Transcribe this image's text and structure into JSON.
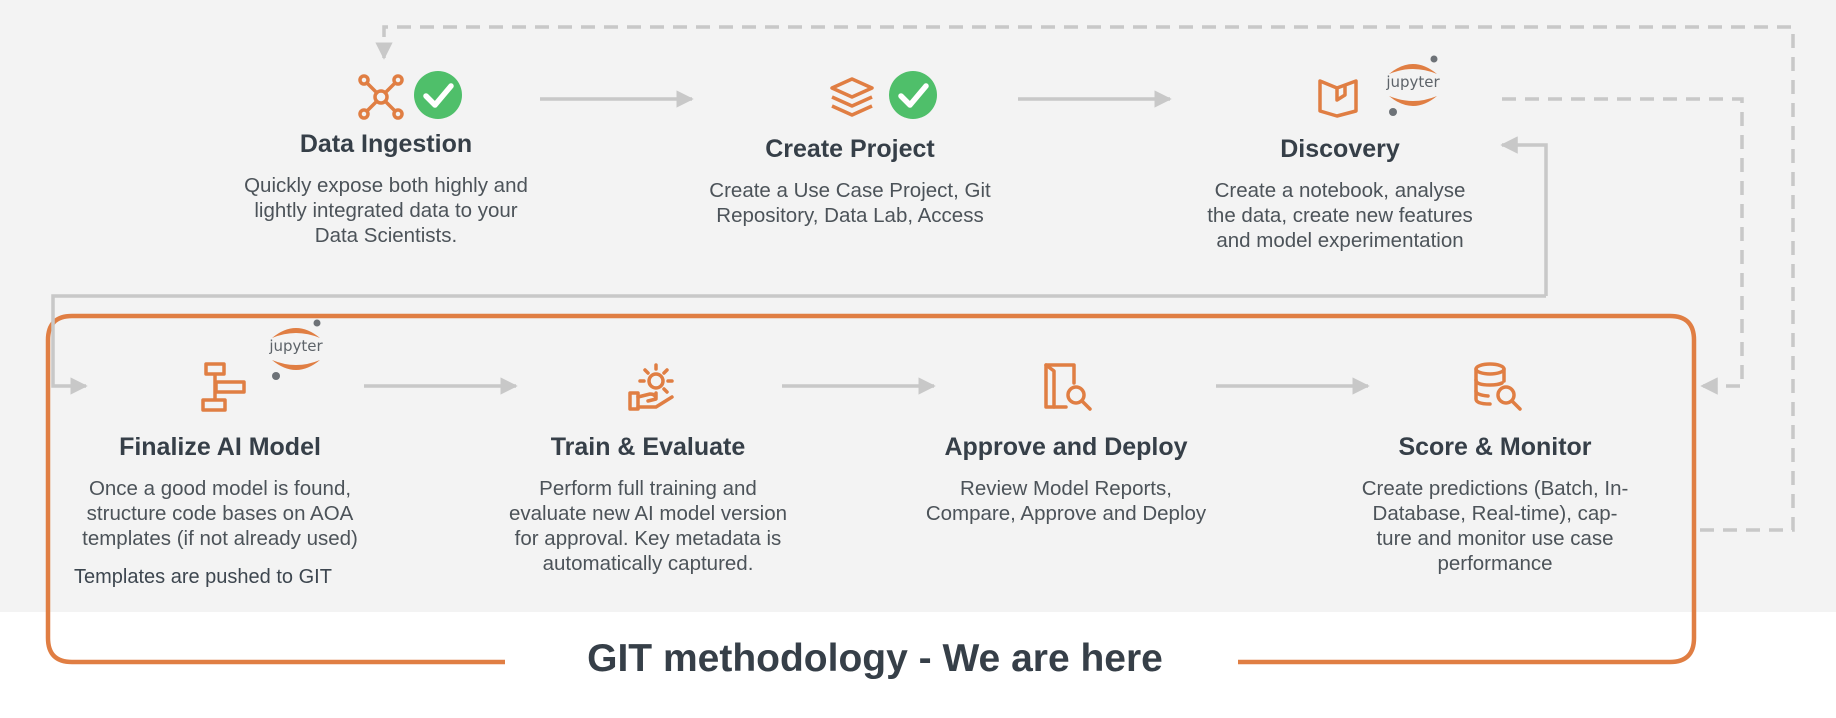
{
  "steps": [
    {
      "title": "Data Ingestion",
      "desc": [
        "Quickly expose both highly and",
        "lightly integrated data to your",
        "Data Scientists."
      ],
      "icon": "network-hub-icon",
      "status": "check-icon"
    },
    {
      "title": "Create Project",
      "desc": [
        "Create a Use Case Project, Git",
        "Repository, Data Lab, Access"
      ],
      "icon": "stacked-layers-icon",
      "status": "check-icon"
    },
    {
      "title": "Discovery",
      "desc": [
        "Create a notebook, analyse",
        "the data, create new features",
        "and model experimentation"
      ],
      "icon": "notebook-icon",
      "badge_text": "jupyter"
    },
    {
      "title": "Finalize AI Model",
      "desc": [
        "Once a good model is found,",
        "structure code bases on AOA",
        "templates (if not already used)"
      ],
      "note": "Templates are pushed to GIT",
      "icon": "structure-blocks-icon",
      "badge_text": "jupyter"
    },
    {
      "title": "Train & Evaluate",
      "desc": [
        "Perform full training and",
        "evaluate new AI model version",
        "for approval. Key metadata is",
        "automatically captured."
      ],
      "icon": "gear-hand-icon"
    },
    {
      "title": "Approve and Deploy",
      "desc": [
        "Review Model Reports,",
        "Compare, Approve and Deploy"
      ],
      "icon": "document-search-icon"
    },
    {
      "title": "Score & Monitor",
      "desc": [
        "Create predictions (Batch, In-",
        "Database, Real-time), cap-",
        "ture and monitor use case",
        "performance"
      ],
      "icon": "database-search-icon"
    }
  ],
  "caption": "GIT methodology - We are here",
  "colors": {
    "accent": "#e07e43",
    "success": "#4fbf6a",
    "connector": "#c8c8c8",
    "text": "#363f48",
    "panel": "#f3f3f3"
  }
}
